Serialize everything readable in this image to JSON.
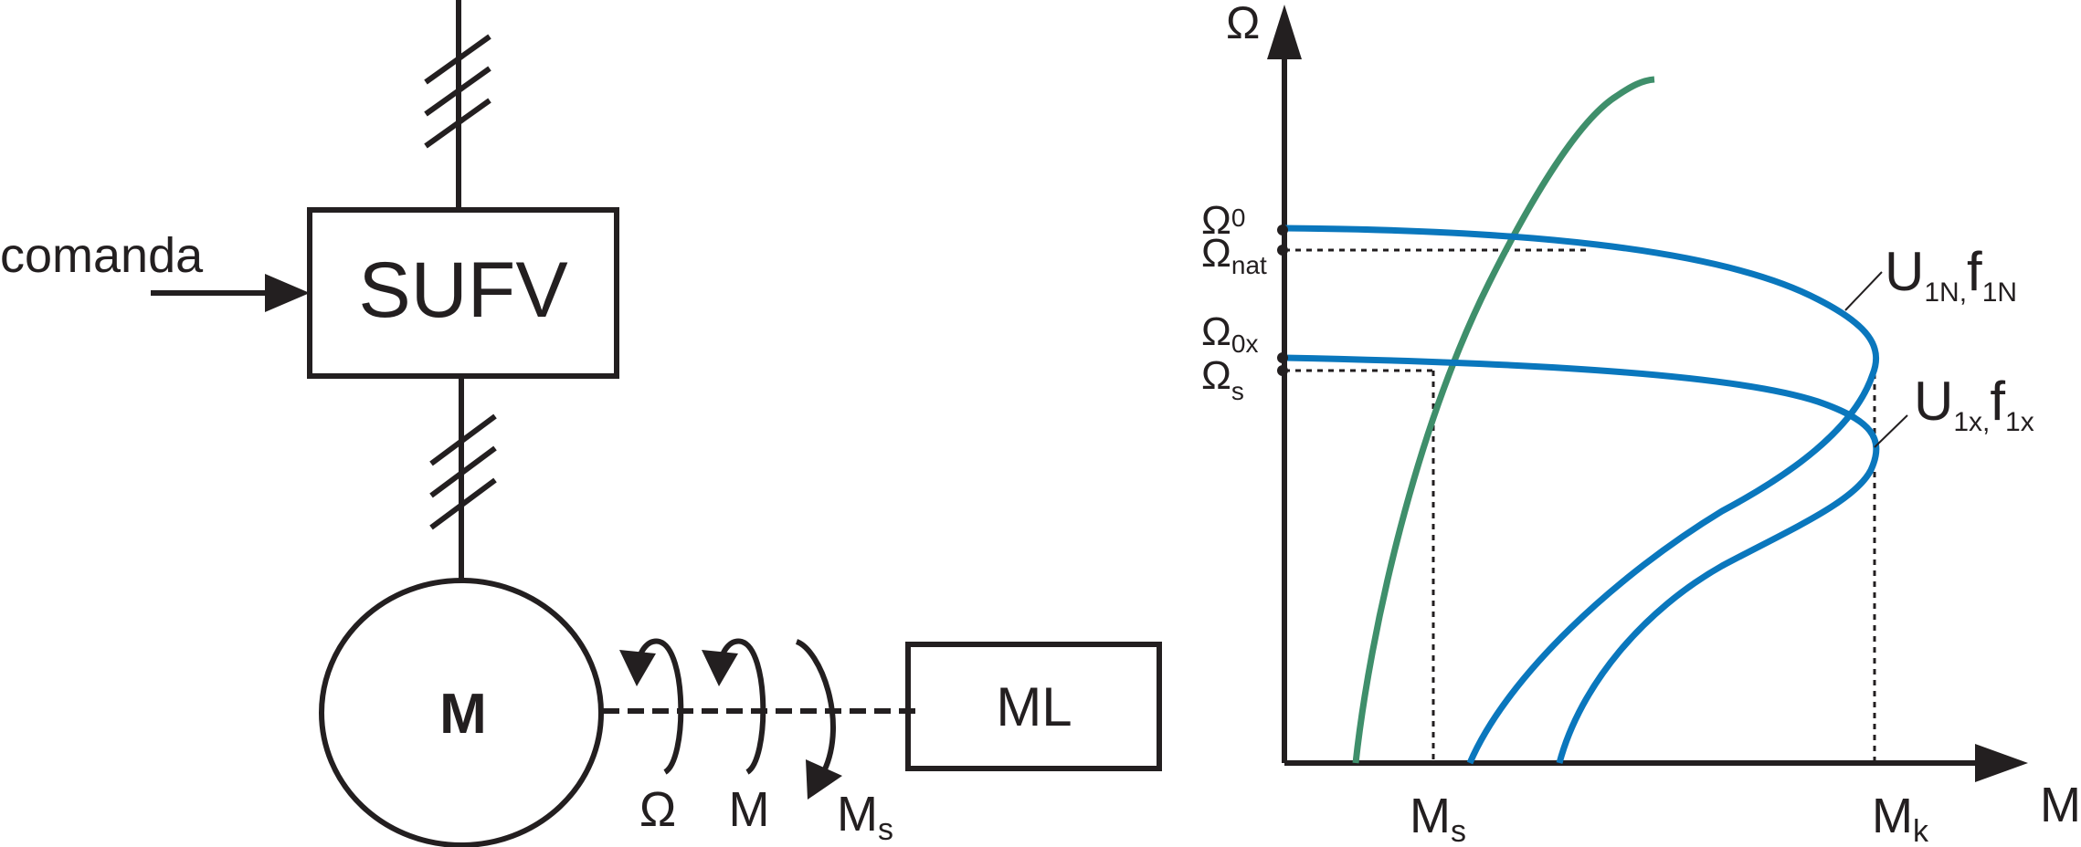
{
  "block_diagram": {
    "command_label": "comanda",
    "converter_label": "SUFV",
    "motor_label": "M",
    "load_label": "ML",
    "shaft_labels": {
      "speed": "Ω",
      "torque": "M",
      "load_torque_base": "M",
      "load_torque_sub": "s"
    }
  },
  "graph": {
    "y_axis_label": "Ω",
    "x_axis_label": "M",
    "y_ticks": {
      "omega0_base": "Ω",
      "omega0_sub": "0",
      "omeganat_base": "Ω",
      "omeganat_sub": "nat",
      "omega0x_base": "Ω",
      "omega0x_sub": "0x",
      "omegas_base": "Ω",
      "omegas_sub": "s"
    },
    "x_ticks": {
      "ms_base": "M",
      "ms_sub": "s",
      "mk_base": "M",
      "mk_sub": "k"
    },
    "curve_labels": {
      "nominal": {
        "u": "U",
        "u_sub": "1N,",
        "f": "f",
        "f_sub": "1N"
      },
      "reduced": {
        "u": "U",
        "u_sub": "1x,",
        "f": "f",
        "f_sub": "1x"
      }
    },
    "colors": {
      "motor_curves": "#0a77bd",
      "load_curve": "#3f8f6b",
      "lines": "#231f20"
    }
  }
}
